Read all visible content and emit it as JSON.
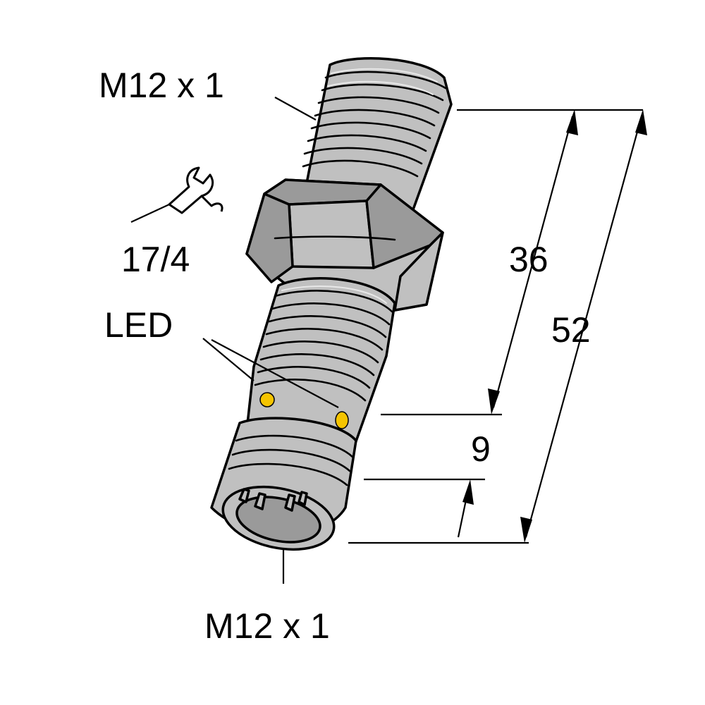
{
  "labels": {
    "top_thread": "M12 x 1",
    "wrench_size": "17/4",
    "led": "LED",
    "bottom_thread": "M12 x 1"
  },
  "dimensions": {
    "top_length": "36",
    "total_length": "52",
    "connector_length": "9"
  },
  "icons": {
    "wrench": "wrench-icon"
  },
  "colors": {
    "body": "#c0c0c0",
    "led": "#f5c400",
    "line": "#000000"
  }
}
